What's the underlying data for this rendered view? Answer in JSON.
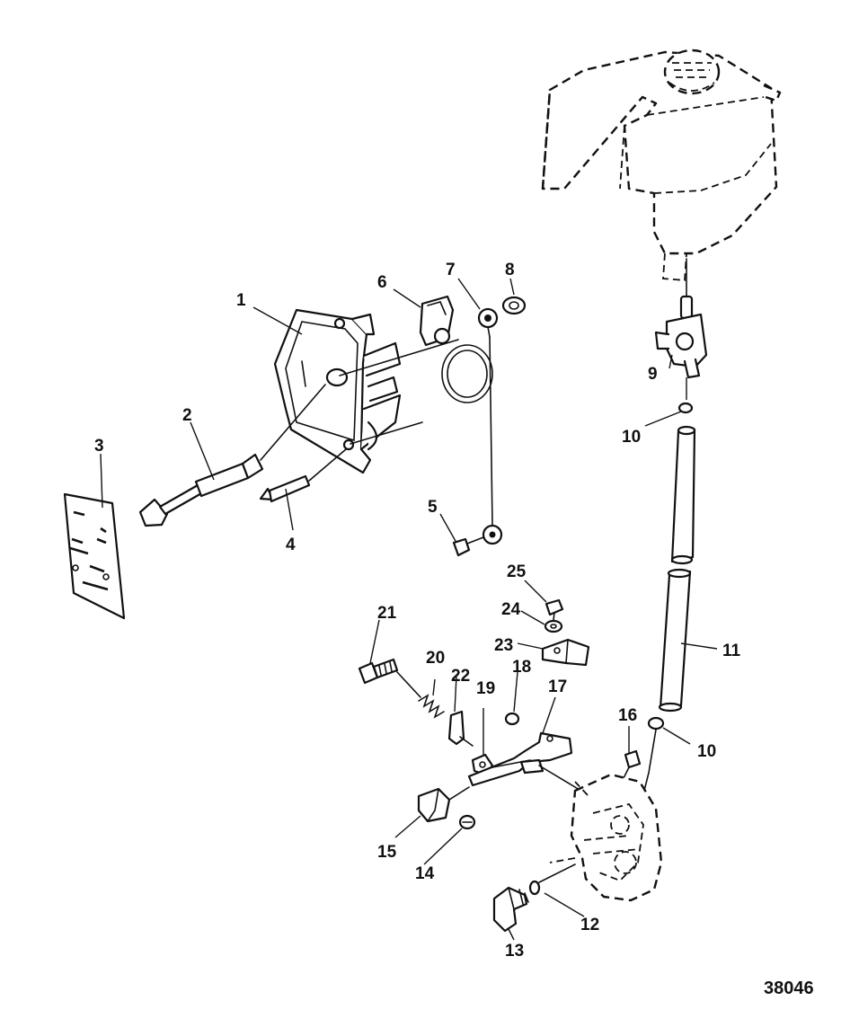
{
  "callouts": [
    "1",
    "2",
    "3",
    "4",
    "5",
    "6",
    "7",
    "8",
    "9",
    "10",
    "10",
    "11",
    "12",
    "13",
    "14",
    "15",
    "16",
    "17",
    "18",
    "19",
    "20",
    "21",
    "22",
    "23",
    "24",
    "25"
  ],
  "figure_number": "38046"
}
